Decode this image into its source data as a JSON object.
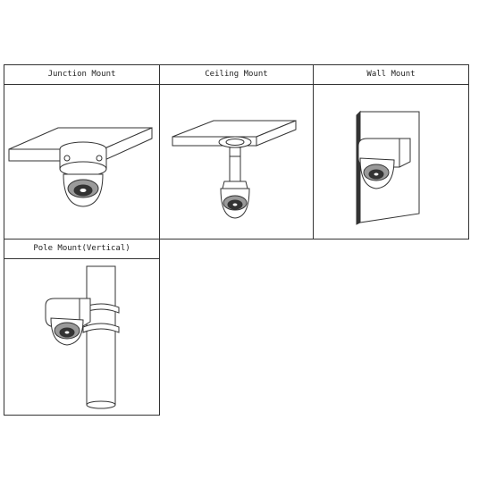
{
  "mounts": [
    {
      "key": "junction",
      "label": "Junction Mount"
    },
    {
      "key": "ceiling",
      "label": "Ceiling Mount"
    },
    {
      "key": "wall",
      "label": "Wall Mount"
    },
    {
      "key": "pole",
      "label": "Pole Mount(Vertical)"
    }
  ],
  "colors": {
    "line": "#333333",
    "fill": "#ffffff",
    "shade": "#9a9a9a",
    "dark": "#333333"
  }
}
